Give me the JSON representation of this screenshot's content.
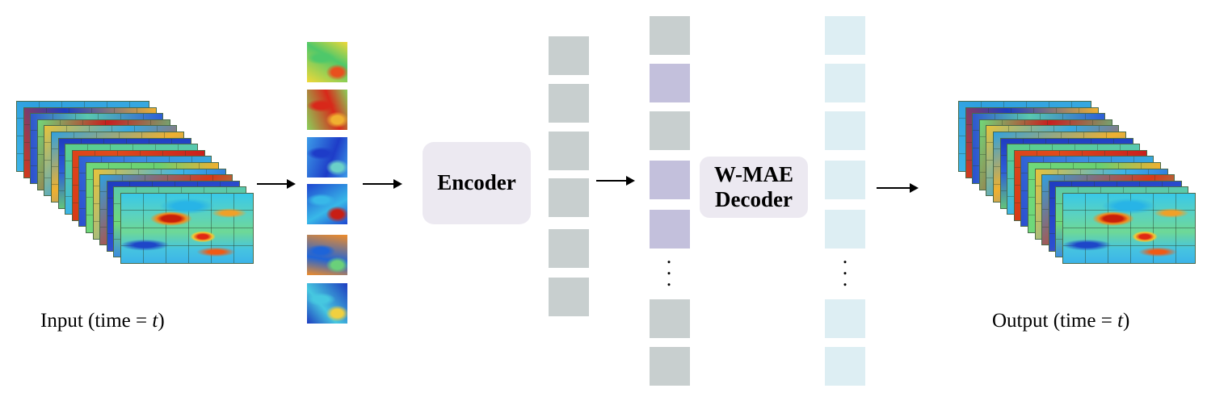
{
  "input_label": {
    "text": "Input (time = ",
    "var": "t",
    "close": ")"
  },
  "output_label": {
    "text": "Output (time = ",
    "var": "t",
    "close": ")"
  },
  "encoder": {
    "label": "Encoder"
  },
  "decoder": {
    "line1": "W-MAE",
    "line2": "Decoder"
  },
  "colors": {
    "encoder_token": "#c8cfcf",
    "masked_token": "#c3c0dc",
    "decoder_token": "#ddeef3",
    "box_bg": "#ece9f1"
  },
  "frame_colors": [
    "#3cb4e8",
    "#d83a18",
    "#2c4fd0",
    "#6fd87a",
    "#e8c23a",
    "#2fa0e0",
    "#1f3cc0",
    "#58c8b0",
    "#c81e1e",
    "#37a8e0",
    "#f0b030",
    "#2d5ed8",
    "#5bcf8a",
    "#e04a1c",
    "#3c8ce0",
    "#6ad070"
  ],
  "patch_colors": [
    [
      "#f0d838",
      "#4ec86a",
      "#e8501e"
    ],
    [
      "#8ad05a",
      "#d8281a",
      "#f0b030"
    ],
    [
      "#3c9ce8",
      "#1e3cc8",
      "#6ad0c8"
    ],
    [
      "#1e46d0",
      "#38b8e8",
      "#c81e14"
    ],
    [
      "#f08c28",
      "#1e64d8",
      "#6ad07a"
    ],
    [
      "#1e3cc0",
      "#46c8e0",
      "#f0d040"
    ]
  ],
  "encoder_tokens": [
    "visible",
    "visible",
    "visible",
    "visible",
    "visible",
    "visible"
  ],
  "decoder_input_tokens": [
    "visible",
    "masked",
    "visible",
    "masked",
    "masked",
    "visible",
    "visible"
  ],
  "decoder_output_tokens": [
    "out",
    "out",
    "out",
    "out",
    "out",
    "out",
    "out"
  ]
}
